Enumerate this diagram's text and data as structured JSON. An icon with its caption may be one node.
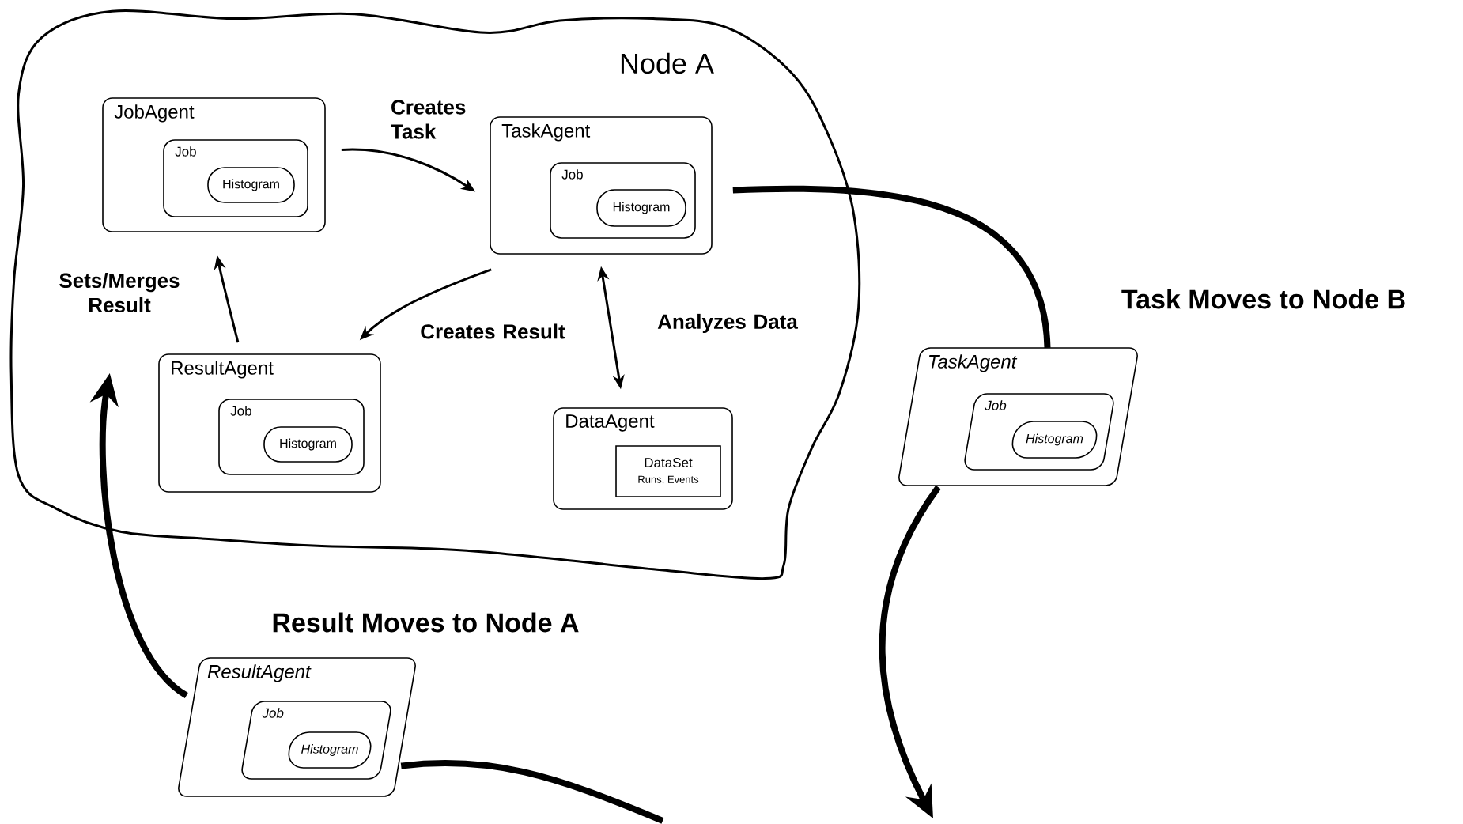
{
  "diagram": {
    "nodes": [
      {
        "text": [
          "Node A"
        ]
      },
      {
        "text": [
          "JobAgent"
        ],
        "in": 0
      },
      {
        "text": [
          "Job"
        ],
        "in": 1
      },
      {
        "text": [
          "Histogram"
        ],
        "in": 2
      },
      {
        "text": [
          "TaskAgent"
        ],
        "in": 0
      },
      {
        "text": [
          "Job"
        ],
        "in": 4
      },
      {
        "text": [
          "Histogram"
        ],
        "in": 5
      },
      {
        "text": [
          "ResultAgent"
        ],
        "in": 0
      },
      {
        "text": [
          "Job"
        ],
        "in": 7
      },
      {
        "text": [
          "Histogram"
        ],
        "in": 8
      },
      {
        "text": [
          "DataAgent"
        ],
        "in": 0
      },
      {
        "text": [
          "DataSet",
          "Runs, Events"
        ],
        "in": 10
      },
      {
        "text": [
          "TaskAgent"
        ]
      },
      {
        "text": [
          "Job"
        ],
        "in": 12
      },
      {
        "text": [
          "Histogram"
        ],
        "in": 13
      },
      {
        "text": [
          "ResultAgent"
        ]
      },
      {
        "text": [
          "Job"
        ],
        "in": 15
      },
      {
        "text": [
          "Histogram"
        ],
        "in": 16
      }
    ],
    "edges": [
      {
        "from": 1,
        "to": 4,
        "arrow": "to",
        "label": "Creates Task"
      },
      {
        "from": 4,
        "to": 7,
        "arrow": "to",
        "label": "Creates Result"
      },
      {
        "from": 4,
        "to": 10,
        "arrow": "both",
        "label": "Analyzes Data"
      },
      {
        "from": 7,
        "to": 1,
        "arrow": "to",
        "label": "Sets/Merges Result"
      },
      {
        "from": 4,
        "to": 12,
        "arrow": "none",
        "style": "thick"
      },
      {
        "from": 12,
        "to": null,
        "arrow": "to",
        "style": "thick"
      },
      {
        "from": null,
        "to": 15,
        "arrow": "none",
        "style": "thick"
      },
      {
        "from": 15,
        "to": 0,
        "arrow": "to",
        "style": "thick"
      }
    ],
    "labels": [
      "Task Moves to Node B",
      "Result Moves to Node A"
    ]
  }
}
